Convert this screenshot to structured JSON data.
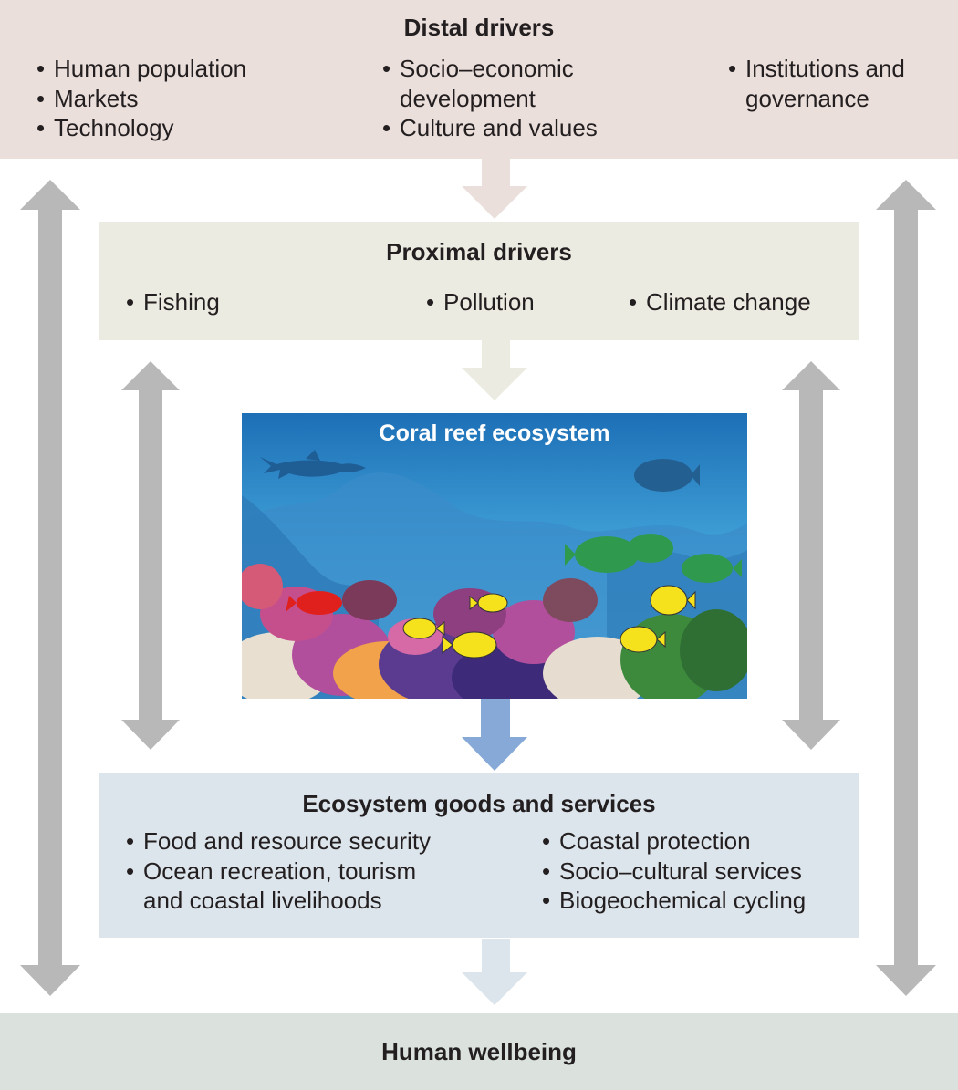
{
  "colors": {
    "distal_bg": "#ebdfdb",
    "proximal_bg": "#ecebe1",
    "services_bg": "#dde5ec",
    "wellbeing_bg": "#dbe2dd",
    "grey_arrow": "#b8b8b8",
    "blue_arrow": "#86a9d8"
  },
  "distal": {
    "title": "Distal drivers",
    "col1": [
      "Human population",
      "Markets",
      "Technology"
    ],
    "col2": [
      "Socio–economic\ndevelopment",
      "Culture and values"
    ],
    "col3": [
      "Institutions and\ngovernance"
    ]
  },
  "proximal": {
    "title": "Proximal drivers",
    "items": [
      "Fishing",
      "Pollution",
      "Climate change"
    ]
  },
  "ecosystem": {
    "title": "Coral reef ecosystem"
  },
  "services": {
    "title": "Ecosystem goods and services",
    "col1": [
      "Food and resource security",
      "Ocean recreation, tourism\nand coastal livelihoods"
    ],
    "col2": [
      "Coastal protection",
      "Socio–cultural services",
      "Biogeochemical cycling"
    ]
  },
  "wellbeing": {
    "title": "Human wellbeing"
  }
}
